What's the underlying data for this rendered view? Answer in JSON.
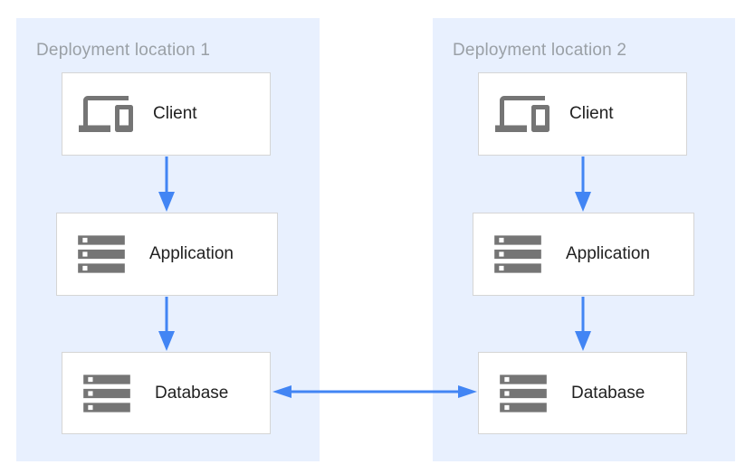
{
  "diagram": {
    "type": "architecture-diagram",
    "locations": [
      {
        "title": "Deployment location 1",
        "nodes": [
          {
            "id": "client-1",
            "label": "Client",
            "icon": "devices-icon"
          },
          {
            "id": "application-1",
            "label": "Application",
            "icon": "storage-icon"
          },
          {
            "id": "database-1",
            "label": "Database",
            "icon": "storage-icon"
          }
        ]
      },
      {
        "title": "Deployment location 2",
        "nodes": [
          {
            "id": "client-2",
            "label": "Client",
            "icon": "devices-icon"
          },
          {
            "id": "application-2",
            "label": "Application",
            "icon": "storage-icon"
          },
          {
            "id": "database-2",
            "label": "Database",
            "icon": "storage-icon"
          }
        ]
      }
    ],
    "connections": [
      {
        "from": "client-1",
        "to": "application-1",
        "direction": "down"
      },
      {
        "from": "application-1",
        "to": "database-1",
        "direction": "down"
      },
      {
        "from": "client-2",
        "to": "application-2",
        "direction": "down"
      },
      {
        "from": "application-2",
        "to": "database-2",
        "direction": "down"
      },
      {
        "from": "database-1",
        "to": "database-2",
        "direction": "bidirectional"
      }
    ],
    "colors": {
      "panel_background": "#E8F0FE",
      "arrow": "#4285F4",
      "icon": "#757575",
      "box_border": "#D5D5D5",
      "box_background": "#FFFFFF",
      "title_text": "#9AA0A6",
      "label_text": "#212121"
    }
  }
}
